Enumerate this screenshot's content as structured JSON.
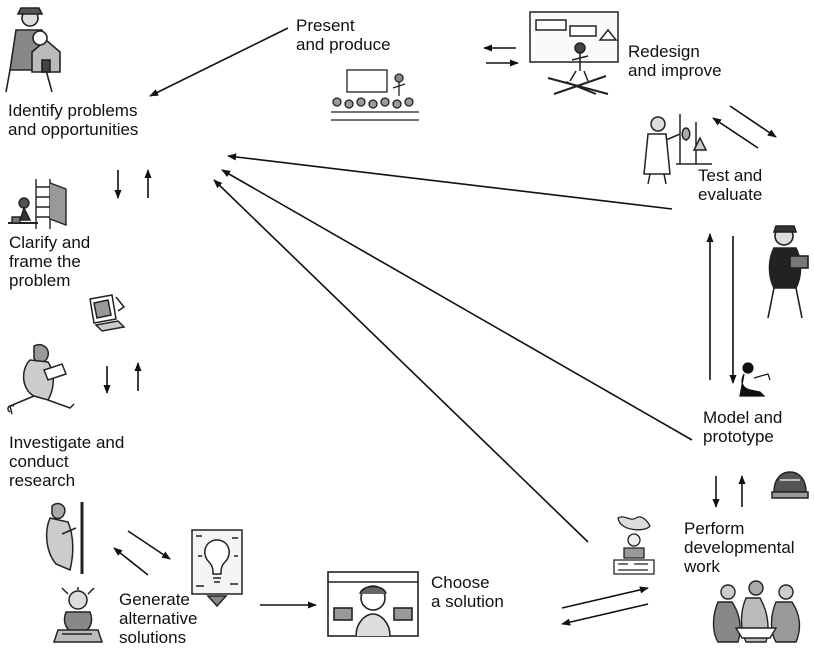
{
  "diagram": {
    "steps": [
      {
        "id": "identify",
        "label": "Identify problems\nand opportunities",
        "icon": "detective-house-icon"
      },
      {
        "id": "clarify",
        "label": "Clarify and\nframe the\nproblem",
        "icon": "worker-scaffold-icon"
      },
      {
        "id": "investigate",
        "label": "Investigate and\nconduct\nresearch",
        "icon": "reading-person-icon"
      },
      {
        "id": "generate",
        "label": "Generate\nalternative\nsolutions",
        "icon": "lightbulb-plan-icon"
      },
      {
        "id": "choose",
        "label": "Choose\na solution",
        "icon": "person-at-screen-icon"
      },
      {
        "id": "develop",
        "label": "Perform\ndevelopmental\nwork",
        "icon": "team-at-laptop-icon"
      },
      {
        "id": "model",
        "label": "Model and\nprototype",
        "icon": "tinkering-person-icon"
      },
      {
        "id": "test",
        "label": "Test and\nevaluate",
        "icon": "scientist-lab-icon"
      },
      {
        "id": "redesign",
        "label": "Redesign\nand improve",
        "icon": "drafting-board-icon"
      },
      {
        "id": "present",
        "label": "Present\nand produce",
        "icon": "presentation-audience-icon"
      }
    ],
    "arrows": [
      {
        "from": "present",
        "to": "identify"
      },
      {
        "from": "redesign",
        "to": "present"
      },
      {
        "from": "present",
        "to": "redesign"
      },
      {
        "from": "redesign",
        "to": "test"
      },
      {
        "from": "test",
        "to": "redesign"
      },
      {
        "from": "test",
        "to": "identify"
      },
      {
        "from": "identify",
        "to": "clarify"
      },
      {
        "from": "clarify",
        "to": "identify"
      },
      {
        "from": "clarify",
        "to": "investigate"
      },
      {
        "from": "investigate",
        "to": "clarify"
      },
      {
        "from": "investigate",
        "to": "generate"
      },
      {
        "from": "generate",
        "to": "investigate"
      },
      {
        "from": "generate",
        "to": "choose"
      },
      {
        "from": "choose",
        "to": "develop"
      },
      {
        "from": "develop",
        "to": "choose"
      },
      {
        "from": "choose",
        "to": "identify"
      },
      {
        "from": "develop",
        "to": "model"
      },
      {
        "from": "model",
        "to": "develop"
      },
      {
        "from": "model",
        "to": "test"
      },
      {
        "from": "test",
        "to": "model"
      },
      {
        "from": "model",
        "to": "identify"
      }
    ]
  }
}
